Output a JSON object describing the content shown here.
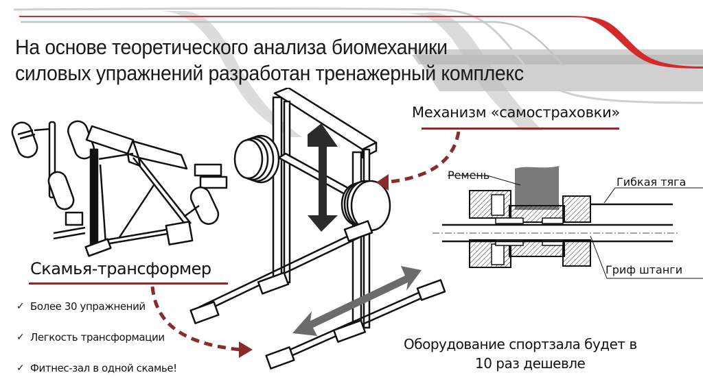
{
  "title": {
    "line1": "На основе теоретического анализа биомеханики",
    "line2": "силовых упражнений разработан тренажерный комплекс"
  },
  "bench": {
    "heading": "Скамья-трансформер",
    "features": [
      {
        "icon": "checkmark-icon",
        "glyph": "✓",
        "text": "Более 30 упражнений"
      },
      {
        "icon": "checkmark-icon",
        "glyph": "✓",
        "text": "Легкость трансформации"
      },
      {
        "icon": "checkmark-icon",
        "glyph": "✓",
        "text": "Фитнес-зал в одной скамье!"
      }
    ]
  },
  "mechanism": {
    "heading": "Механизм «самостраховки»",
    "labels": {
      "belt": "Ремень",
      "flexible_rod": "Гибкая тяга",
      "barbell_bar": "Гриф штанги"
    }
  },
  "conclusion": {
    "line1": "Оборудование спортзала будет в",
    "line2": "10 раз дешевле"
  },
  "colors": {
    "accent_red": "#d32a2a",
    "arrow_dark_red": "#8b2c2c",
    "swoosh_gray": "#bdbdbd",
    "text": "#111111"
  }
}
